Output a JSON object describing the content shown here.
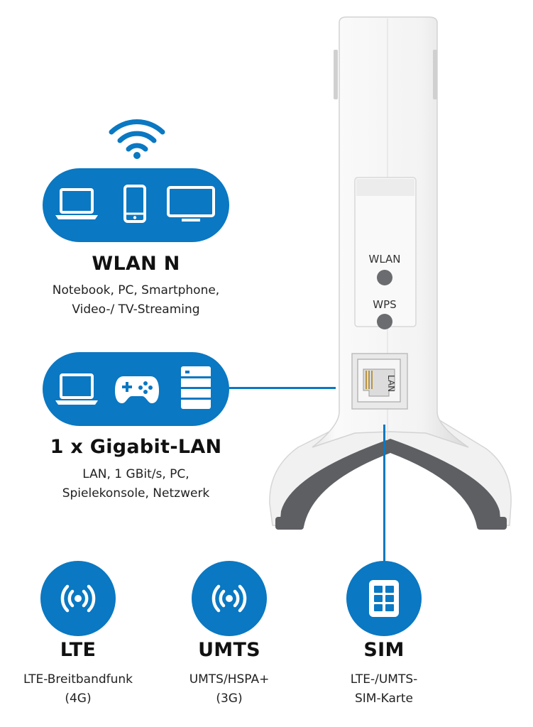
{
  "colors": {
    "brand_blue": "#0a78c2",
    "device_white": "#f2f2f2",
    "foot_gray": "#5d5f63"
  },
  "wlan": {
    "icons": [
      "wifi-icon",
      "laptop-icon",
      "smartphone-icon",
      "monitor-icon"
    ],
    "title": "WLAN N",
    "line1": "Notebook, PC, Smartphone,",
    "line2": "Video-/ TV-Streaming"
  },
  "lan": {
    "icons": [
      "laptop-icon",
      "gamepad-icon",
      "server-icon"
    ],
    "title": "1 x Gigabit-LAN",
    "line1": "LAN, 1 GBit/s, PC,",
    "line2": "Spielekonsole, Netzwerk"
  },
  "device": {
    "wlan_button_label": "WLAN",
    "wps_button_label": "WPS",
    "lan_port_label": "LAN"
  },
  "features": [
    {
      "icon": "signal-icon",
      "title": "LTE",
      "line1": "LTE-Breitbandfunk",
      "line2": "(4G)"
    },
    {
      "icon": "signal-icon",
      "title": "UMTS",
      "line1": "UMTS/HSPA+",
      "line2": "(3G)"
    },
    {
      "icon": "sim-card-icon",
      "title": "SIM",
      "line1": "LTE-/UMTS-",
      "line2": "SIM-Karte"
    }
  ]
}
